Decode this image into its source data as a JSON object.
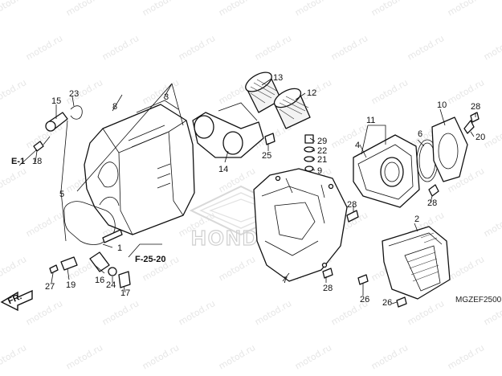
{
  "diagram": {
    "diagram_code": "MGZEF2500",
    "ref_labels": [
      "E-1",
      "F-25-20"
    ],
    "front_marker": "FR.",
    "brand_watermark": "HONDA",
    "site_watermark": "motod.ru",
    "colors": {
      "line": "#111111",
      "watermark": "#e6e6e6",
      "background": "#ffffff"
    },
    "callouts": [
      {
        "id": "c1",
        "number": "1"
      },
      {
        "id": "c2",
        "number": "2"
      },
      {
        "id": "c3",
        "number": "3"
      },
      {
        "id": "c4",
        "number": "4"
      },
      {
        "id": "c5",
        "number": "5"
      },
      {
        "id": "c6",
        "number": "6"
      },
      {
        "id": "c7",
        "number": "7"
      },
      {
        "id": "c8",
        "number": "8"
      },
      {
        "id": "c9",
        "number": "9"
      },
      {
        "id": "c10",
        "number": "10"
      },
      {
        "id": "c11",
        "number": "11"
      },
      {
        "id": "c12",
        "number": "12"
      },
      {
        "id": "c13",
        "number": "13"
      },
      {
        "id": "c14",
        "number": "14"
      },
      {
        "id": "c15",
        "number": "15"
      },
      {
        "id": "c16",
        "number": "16"
      },
      {
        "id": "c17",
        "number": "17"
      },
      {
        "id": "c18",
        "number": "18"
      },
      {
        "id": "c19",
        "number": "19"
      },
      {
        "id": "c20",
        "number": "20"
      },
      {
        "id": "c21",
        "number": "21"
      },
      {
        "id": "c22",
        "number": "22"
      },
      {
        "id": "c23",
        "number": "23"
      },
      {
        "id": "c24",
        "number": "24"
      },
      {
        "id": "c25",
        "number": "25"
      },
      {
        "id": "c26a",
        "number": "26"
      },
      {
        "id": "c26b",
        "number": "26"
      },
      {
        "id": "c27",
        "number": "27"
      },
      {
        "id": "c28a",
        "number": "28"
      },
      {
        "id": "c28b",
        "number": "28"
      },
      {
        "id": "c28c",
        "number": "28"
      },
      {
        "id": "c28d",
        "number": "28"
      },
      {
        "id": "c29",
        "number": "29"
      }
    ]
  }
}
